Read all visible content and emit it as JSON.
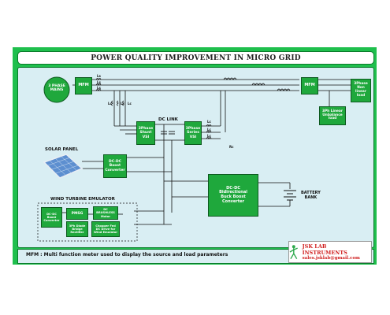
{
  "title": "POWER QUALITY IMPROVEMENT IN MICRO GRID",
  "blocks": {
    "mains": "3 PHASE\nMAINS",
    "mfm_left": "MFM",
    "mfm_right": "MFM",
    "nonlinear_load": "3Phase\nNon\nlinear\nload",
    "unbalance_load": "3Ph Linear\nUnbalance\nload",
    "shunt_vsi": "3Phase\nShunt\nVSI",
    "series_vsi": "3Phase\nSeries\nVSI",
    "boost": "DC-DC\nBoost\nConverter",
    "buck_boost": "DC-DC\nBidirectional\nBuck Boost\nConverter",
    "wt_boost": "DC-DC\nBoost\nConverter",
    "pmsg": "PMSG",
    "rectifier": "3Ph Diode\nBridge\nRectifier",
    "bldc": "DC\nBRUSHLESS\nMotor",
    "chopper": "Chopper Fed\nDC Drive for\nWind Emulator"
  },
  "labels": {
    "dc_link": "DC LINK",
    "solar_panel": "SOLAR PANEL",
    "wind_turbine": "WIND TURBINE EMULATOR",
    "battery": "BATTERY\nBANK",
    "ls1": "Ls",
    "ls2": "Ls",
    "ls3": "Ls",
    "lc1": "Lc",
    "lc2": "Lc",
    "lc3": "Lc",
    "lc4": "Lc",
    "lc5": "Lc",
    "lc6": "Lc",
    "rc": "Rc"
  },
  "footer": {
    "note": "MFM : Multi function meter used to display the source and load parameters"
  },
  "logo": {
    "name": "JSK LAB INSTRUMENTS",
    "email": "sales.jsklab@gmail.com"
  },
  "colors": {
    "board": "#1fbf4d",
    "block": "#1fa83c",
    "panel": "#d9eef3",
    "logo_text": "#d02020"
  }
}
